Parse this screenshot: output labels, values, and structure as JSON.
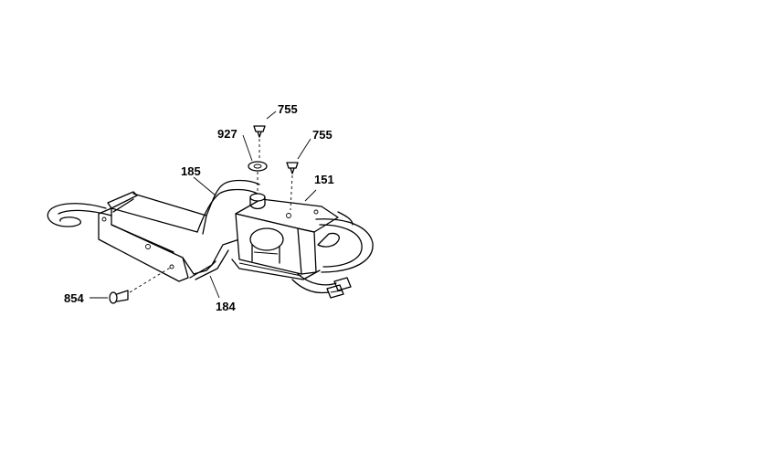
{
  "labels": {
    "p755a": "755",
    "p927": "927",
    "p755b": "755",
    "p185": "185",
    "p151": "151",
    "p854": "854",
    "p184": "184"
  },
  "colors": {
    "ink": "#000000",
    "background": "#ffffff"
  }
}
